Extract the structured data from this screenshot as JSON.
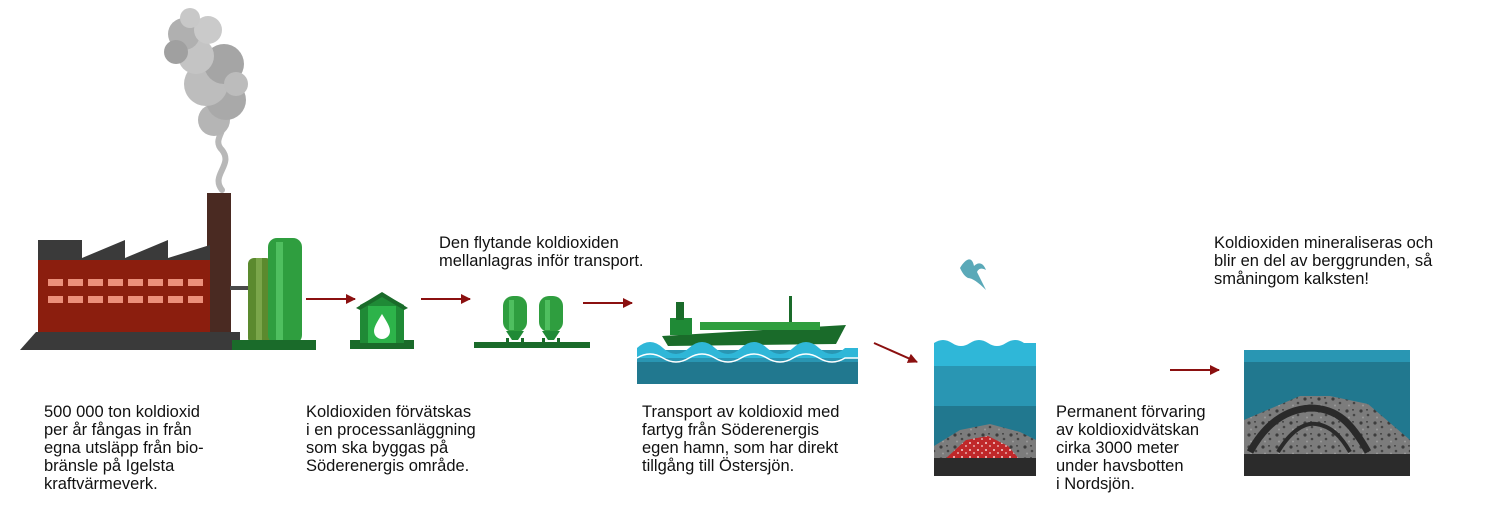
{
  "colors": {
    "factory": "#8b1e0e",
    "factory_window": "#ec8f7a",
    "chimney": "#4a2a22",
    "plant_green": "#2f9e3f",
    "plant_green_dark": "#1a6b2a",
    "tank_olive": "#5b8a2e",
    "arrow": "#8b1010",
    "sea_top": "#2fb7d8",
    "sea_mid": "#2996b3",
    "sea_deep": "#21788f",
    "rock": "#7a7a7a",
    "bedrock": "#2b2b2b",
    "co2_red": "#c0282a",
    "smoke": "#b5b5b5"
  },
  "icons": [
    "smoke-icon",
    "factory-icon",
    "processing-plant-icon",
    "storage-tanks-icon",
    "ship-icon",
    "seagull-icon",
    "seabed-storage-icon",
    "mineralization-icon"
  ],
  "steps": [
    {
      "id": "capture",
      "text": "500 000 ton koldioxid\nper år fångas in från\negna utsläpp från bio-\nbränsle på Igelsta\nkraftvärmeverk."
    },
    {
      "id": "liquefy",
      "text": "Koldioxiden förvätskas\ni en processanläggning\nsom ska byggas på\nSöderenergis område."
    },
    {
      "id": "intermediate-storage",
      "text": "Den flytande koldioxiden\nmellanlagras inför transport."
    },
    {
      "id": "transport",
      "text": "Transport av koldioxid med\nfartyg från Söderenergis\negen hamn, som har direkt\ntillgång till Östersjön."
    },
    {
      "id": "permanent-storage",
      "text": "Permanent förvaring\nav koldioxidvätskan\ncirka 3000 meter\nunder havsbotten\ni Nordsjön."
    },
    {
      "id": "mineralization",
      "text": "Koldioxiden mineraliseras och\nblir en del av berggrunden, så\nsmåningom kalksten!"
    }
  ]
}
